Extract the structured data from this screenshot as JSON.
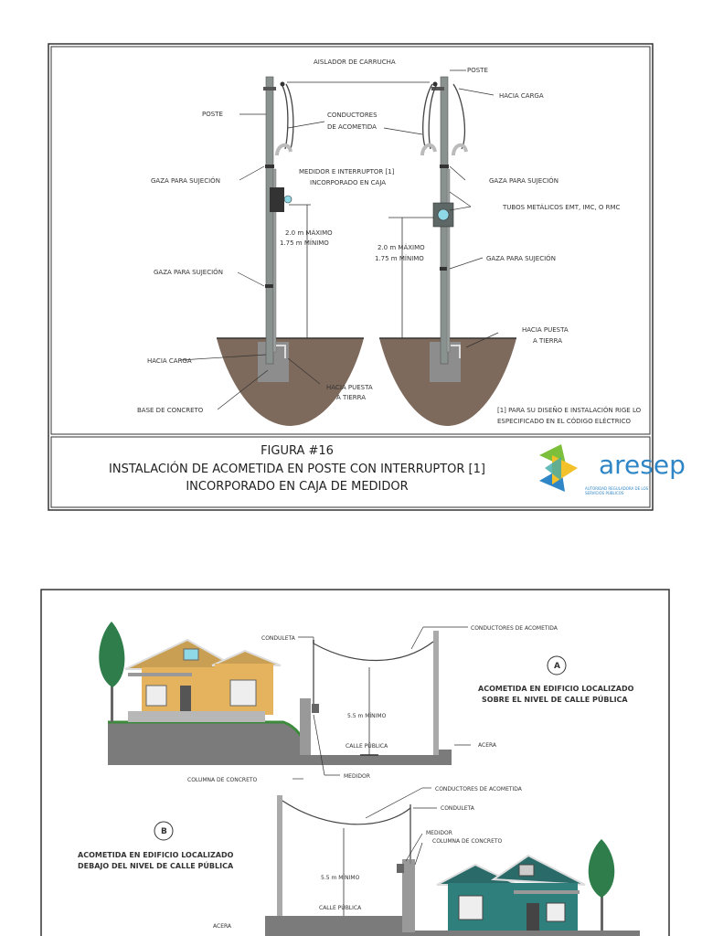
{
  "figure1": {
    "labels": {
      "aislador": "AISLADOR DE CARRUCHA",
      "poste_right": "POSTE",
      "hacia_carga_right": "HACIA CARGA",
      "poste_left": "POSTE",
      "conductores": "CONDUCTORES",
      "de_acometida": "DE ACOMETIDA",
      "medidor_1": "MEDIDOR E INTERRUPTOR [1]",
      "medidor_2": "INCORPORADO EN CAJA",
      "gaza_left_top": "GAZA PARA SUJECIÓN",
      "gaza_right_top": "GAZA PARA SUJECIÓN",
      "tubos": "TUBOS METÁLICOS EMT, IMC, O RMC",
      "max_left": "2.0 m MÁXIMO",
      "min_left": "1.75 m MÍNIMO",
      "max_right": "2.0 m MÁXIMO",
      "min_right": "1.75 m MÍNIMO",
      "gaza_right_mid": "GAZA PARA SUJECIÓN",
      "gaza_left_mid": "GAZA PARA SUJECIÓN",
      "puesta_right_1": "HACIA PUESTA",
      "puesta_right_2": "A TIERRA",
      "hacia_carga_left": "HACIA CARGA",
      "puesta_left_1": "HACIA PUESTA",
      "puesta_left_2": "A TIERRA",
      "base": "BASE DE CONCRETO",
      "note_1": "[1] PARA SU DISEÑO E INSTALACIÓN RIGE LO",
      "note_2": "ESPECIFICADO EN EL CÓDIGO ELÉCTRICO"
    },
    "caption": {
      "line1": "FIGURA #16",
      "line2": "INSTALACIÓN DE ACOMETIDA EN POSTE CON INTERRUPTOR [1]",
      "line3": "INCORPORADO EN CAJA DE MEDIDOR"
    },
    "logo": {
      "name": "aresep",
      "subtitle": "AUTORIDAD REGULADORA DE LOS SERVICIOS PÚBLICOS"
    }
  },
  "figure2": {
    "labels": {
      "conduleta_a": "CONDULETA",
      "conductores_a": "CONDUCTORES DE ACOMETIDA",
      "letter_a": "A",
      "title_a_1": "ACOMETIDA EN EDIFICIO LOCALIZADO",
      "title_a_2": "SOBRE EL NIVEL DE CALLE PÚBLICA",
      "min_a": "5.5 m MÍNIMO",
      "calle_a": "CALLE PÚBLICA",
      "acera_a": "ACERA",
      "columna_a": "COLUMNA DE CONCRETO",
      "medidor_a": "MEDIDOR",
      "conductores_b": "CONDUCTORES DE ACOMETIDA",
      "conduleta_b": "CONDULETA",
      "letter_b": "B",
      "title_b_1": "ACOMETIDA EN EDIFICIO LOCALIZADO",
      "title_b_2": "DEBAJO DEL NIVEL DE CALLE PÚBLICA",
      "medidor_b": "MEDIDOR",
      "columna_b": "COLUMNA DE CONCRETO",
      "min_b": "5.5 m MÍNIMO",
      "calle_b": "CALLE PÚBLICA",
      "acera_b": "ACERA"
    }
  },
  "colors": {
    "pole": "#8a9290",
    "soil": "#7e6a5c",
    "concrete": "#8d8d8d",
    "wire": "#444444",
    "house_a": "#e5b35e",
    "house_b": "#2f7f7d",
    "tree": "#2e7d4a",
    "grass": "#3c8a3c",
    "logo_blue": "#2f86c6",
    "logo_green": "#7cbf3a",
    "logo_yellow": "#f3c12a"
  }
}
